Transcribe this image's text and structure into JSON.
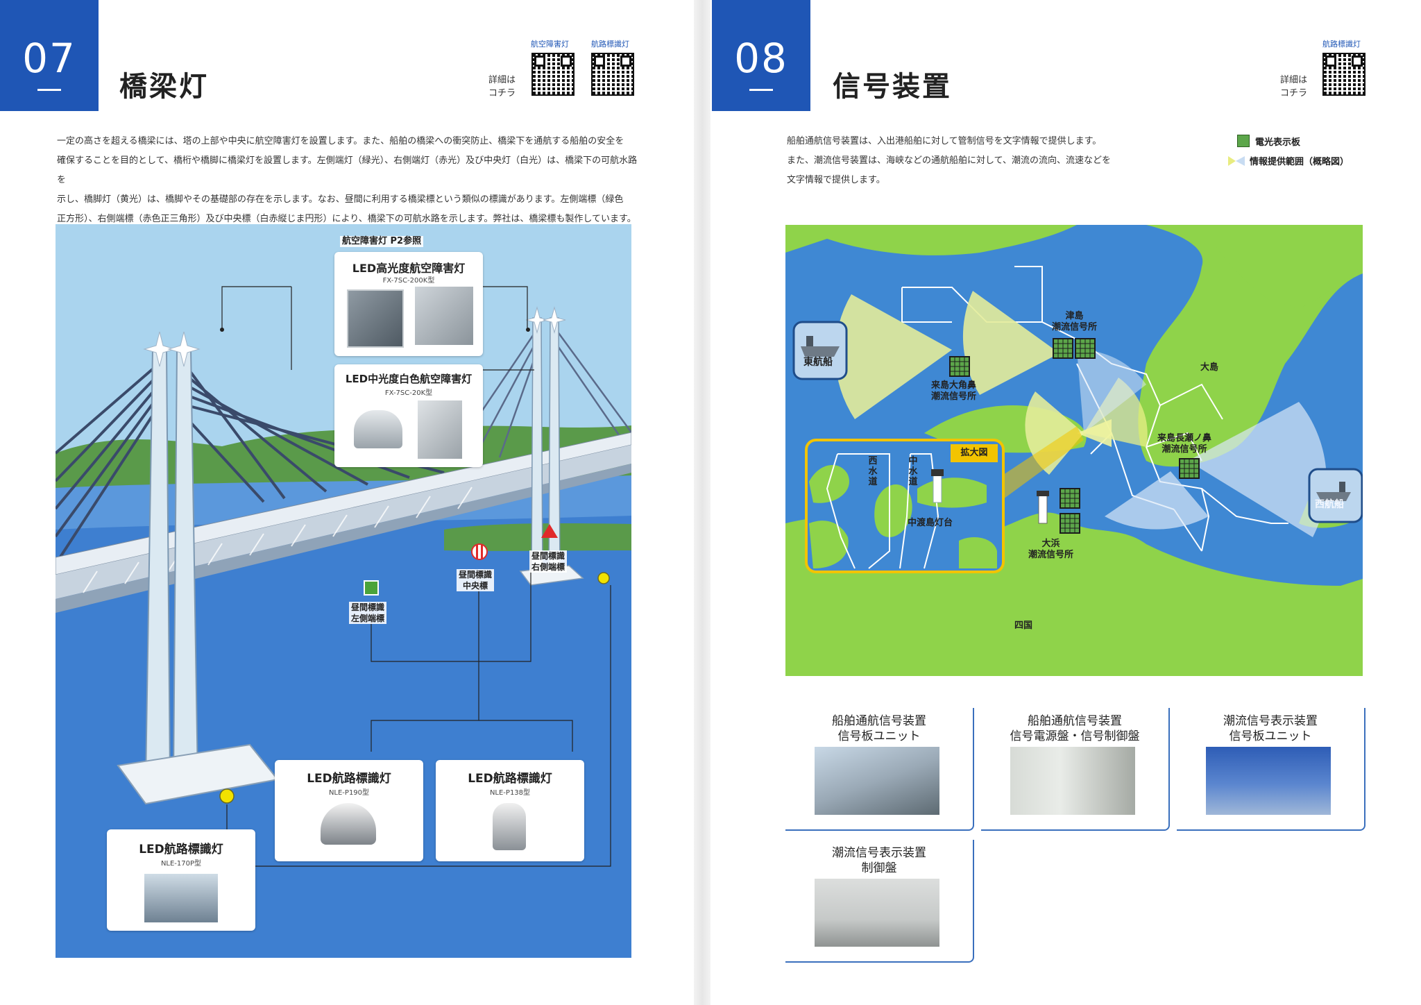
{
  "left": {
    "number": "07",
    "title": "橋梁灯",
    "qr_lead": [
      "詳細は",
      "コチラ"
    ],
    "qr_captions": [
      "航空障害灯",
      "航路標識灯"
    ],
    "intro_lines": [
      "一定の高さを超える橋梁には、塔の上部や中央に航空障害灯を設置します。また、船舶の橋梁への衝突防止、橋梁下を通航する船舶の安全を",
      "確保することを目的として、橋桁や橋脚に橋梁灯を設置します。左側端灯（緑光）、右側端灯（赤光）及び中央灯（白光）は、橋梁下の可航水路を",
      "示し、橋脚灯（黄光）は、橋脚やその基礎部の存在を示します。なお、昼間に利用する橋梁標という類似の標識があります。左側端標（緑色",
      "正方形）、右側端標（赤色正三角形）及び中央標（白赤縦じま円形）により、橋梁下の可航水路を示します。弊社は、橋梁標も製作しています。"
    ],
    "aviation_ref": "航空障害灯 P2参照",
    "cards": [
      {
        "title": "LED高光度航空障害灯",
        "model": "FX-7SC-200K型"
      },
      {
        "title": "LED中光度白色航空障害灯",
        "model": "FX-7SC-20K型"
      },
      {
        "title": "LED航路標識灯",
        "model": "NLE-P190型"
      },
      {
        "title": "LED航路標識灯",
        "model": "NLE-P138型"
      },
      {
        "title": "LED航路標識灯",
        "model": "NLE-170P型"
      }
    ],
    "labels": {
      "left_mark": [
        "昼間標識",
        "左側端標"
      ],
      "center_mark": [
        "昼間標識",
        "中央標"
      ],
      "right_mark": [
        "昼間標識",
        "右側端標"
      ]
    },
    "colors": {
      "accent": "#1f56b5",
      "sky": "#aad4ee",
      "sea": "#3e7fd0",
      "land": "#5a9a4a",
      "green_mark": "#4aa33a",
      "red_mark": "#e02a2a",
      "yellow_light": "#f2e200"
    }
  },
  "right": {
    "number": "08",
    "title": "信号装置",
    "qr_lead": [
      "詳細は",
      "コチラ"
    ],
    "qr_captions": [
      "航路標識灯"
    ],
    "intro_lines": [
      "船舶通航信号装置は、入出港船舶に対して管制信号を文字情報で提供します。",
      "また、潮流信号装置は、海峡などの通航船舶に対して、潮流の流向、流速などを",
      "文字情報で提供します。"
    ],
    "legend": [
      {
        "label": "電光表示板",
        "icon": "green-square-icon"
      },
      {
        "label": "情報提供範囲（概略図）",
        "icon": "fan-range-icon"
      }
    ],
    "map_labels": {
      "east_ship": "東航船",
      "west_ship": "西航船",
      "tsushima": [
        "津島",
        "潮流信号所"
      ],
      "kurushima_osumi": [
        "来島大角鼻",
        "潮流信号所"
      ],
      "kurushima_nagase": [
        "来島長瀬ノ鼻",
        "潮流信号所"
      ],
      "ohama": [
        "大浜",
        "潮流信号所"
      ],
      "oshima": "大島",
      "shikoku": "四国",
      "inset_tag": "拡大図",
      "west_channel": "西水道",
      "center_channel": "中水道",
      "lighthouse": "中渡島灯台"
    },
    "photo_cards": [
      {
        "title": [
          "船舶通航信号装置",
          "信号板ユニット"
        ]
      },
      {
        "title": [
          "船舶通航信号装置",
          "信号電源盤・信号制御盤"
        ]
      },
      {
        "title": [
          "潮流信号表示装置",
          "信号板ユニット"
        ]
      },
      {
        "title": [
          "潮流信号表示装置",
          "制御盤"
        ]
      }
    ],
    "colors": {
      "accent": "#1f56b5",
      "sea": "#3f88d3",
      "land": "#8fd34a",
      "range_yellow": "#e3ec9a",
      "range_white": "#d8e7f6",
      "frame": "#3a6fbd"
    }
  }
}
